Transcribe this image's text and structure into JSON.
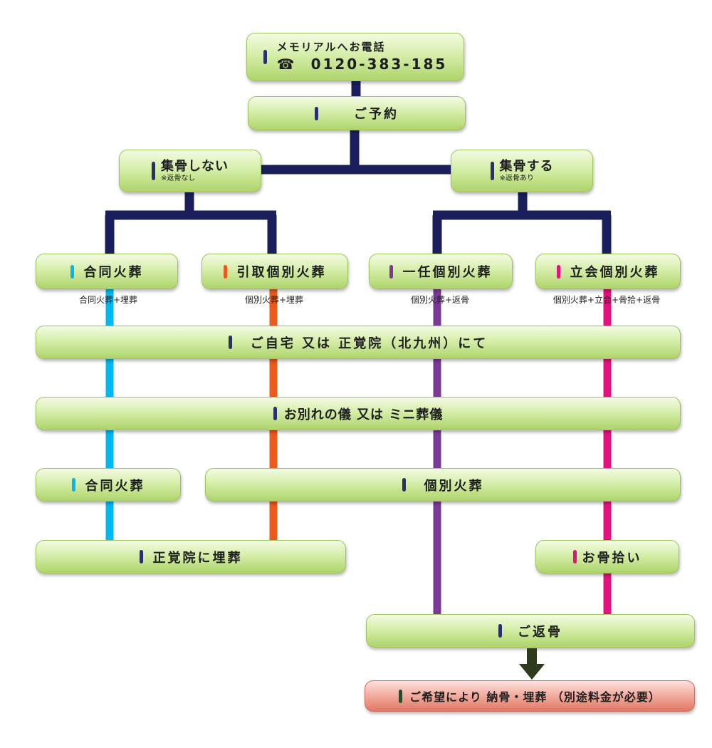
{
  "start": {
    "label": "メモリアルへお電話",
    "phone_icon": "☎",
    "phone": "0120-383-185"
  },
  "reserve": {
    "label": "ご予約"
  },
  "branches": {
    "no_collect": {
      "label": "集骨しない",
      "sub": "※返骨なし"
    },
    "collect": {
      "label": "集骨する",
      "sub": "※返骨あり"
    }
  },
  "plans": [
    {
      "label": "合同火葬",
      "note": "合同火葬+埋葬",
      "color": "#00b8f0"
    },
    {
      "label": "引取個別火葬",
      "note": "個別火葬+埋葬",
      "color": "#ea5a1c"
    },
    {
      "label": "一任個別火葬",
      "note": "個別火葬+返骨",
      "color": "#7a3a94"
    },
    {
      "label": "立会個別火葬",
      "note": "個別火葬+立会+骨拾+返骨",
      "color": "#e4127c"
    }
  ],
  "steps": {
    "location": "ご自宅 又は 正覚院（北九州）にて",
    "farewell": "お別れの儀 又は ミニ葬儀",
    "joint_cremation": "合同火葬",
    "individual_cremation": "個別火葬",
    "burial": "正覚院に埋葬",
    "bone_pickup": "お骨拾い",
    "return": "ご返骨",
    "final": "ご希望により 納骨・埋葬 （別途料金が必要）"
  },
  "colors": {
    "navy": "#1a1f5c",
    "cyan": "#00b8f0",
    "orange": "#ea5a1c",
    "purple": "#7a3a94",
    "pink": "#e4127c",
    "arrow": "#2e3b1f"
  }
}
